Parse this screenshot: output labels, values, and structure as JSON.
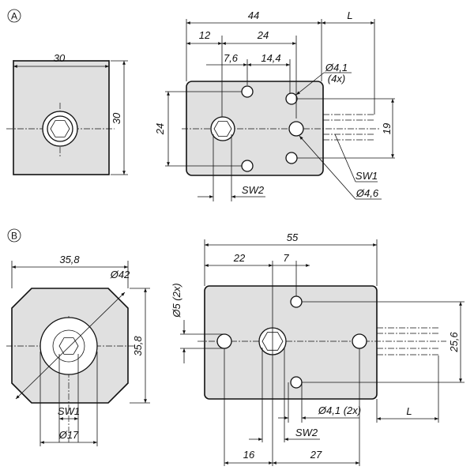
{
  "variant_a": {
    "label": "A",
    "front_width": "30",
    "front_height": "30",
    "overall_length": "44",
    "shaft_length": "L",
    "offset_12": "12",
    "spacing_24": "24",
    "offset_7_6": "7,6",
    "spacing_14_4": "14,4",
    "height_24": "24",
    "shaft_height_19": "19",
    "hole_dia": "Ø4,1",
    "hole_count": "(4x)",
    "sw1": "SW1",
    "bore_dia": "Ø4,6",
    "sw2": "SW2"
  },
  "variant_b": {
    "label": "B",
    "front_width": "35,8",
    "front_height": "35,8",
    "diagonal": "Ø42",
    "sw1": "SW1",
    "bore_dia": "Ø17",
    "overall_length": "55",
    "offset_22": "22",
    "offset_7": "7",
    "hole_dia_5": "Ø5 (2x)",
    "height_25_6": "25,6",
    "hole_dia_4_1": "Ø4,1 (2x)",
    "shaft_length": "L",
    "sw2": "SW2",
    "offset_16": "16",
    "offset_27": "27"
  }
}
